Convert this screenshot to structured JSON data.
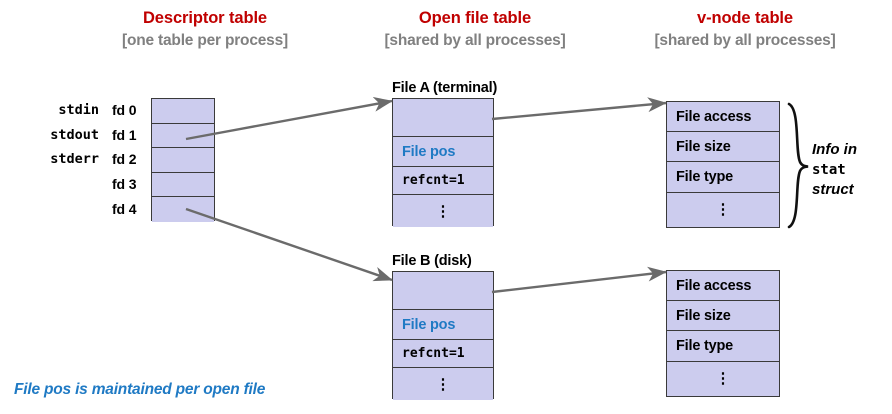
{
  "columns": [
    {
      "title": "Descriptor table",
      "subtitle": "[one table per process]"
    },
    {
      "title": "Open file table",
      "subtitle": "[shared by all processes]"
    },
    {
      "title": "v-node table",
      "subtitle": "[shared by all processes]"
    }
  ],
  "descriptor_table": {
    "rows": [
      {
        "name": "stdin",
        "fd": "fd 0"
      },
      {
        "name": "stdout",
        "fd": "fd 1"
      },
      {
        "name": "stderr",
        "fd": "fd 2"
      },
      {
        "name": "",
        "fd": "fd 3"
      },
      {
        "name": "",
        "fd": "fd 4"
      }
    ]
  },
  "open_file_tables": [
    {
      "caption": "File A (terminal)",
      "cells": [
        "",
        "File pos",
        "refcnt=1",
        "⋮"
      ]
    },
    {
      "caption": "File B (disk)",
      "cells": [
        "",
        "File pos",
        "refcnt=1",
        "⋮"
      ]
    }
  ],
  "vnode_tables": [
    {
      "cells": [
        "File access",
        "File size",
        "File type",
        "⋮"
      ]
    },
    {
      "cells": [
        "File access",
        "File size",
        "File type",
        "⋮"
      ]
    }
  ],
  "brace_note": {
    "line1": "Info in",
    "line2": "stat",
    "line3": "struct"
  },
  "footer_note": "File pos is maintained per open file",
  "colors": {
    "heading": "#c00000",
    "subheading": "#808080",
    "cell_fill": "#ccccee",
    "cell_border": "#3a3a3a",
    "accent_blue": "#1f7ac4",
    "arrow": "#6b6b6b"
  }
}
